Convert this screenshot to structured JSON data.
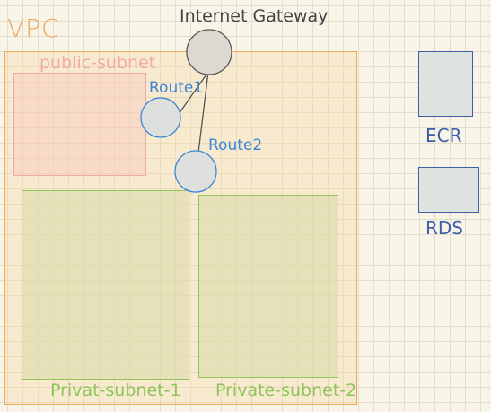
{
  "nodes": {
    "vpc": "VPC",
    "public_subnet": "public-subnet",
    "private_subnet_1": "Privat-subnet-1",
    "private_subnet_2": "Private-subnet-2",
    "internet_gateway": "Internet Gateway",
    "route_1": "Route1",
    "route_2": "Route2",
    "ecr": "ECR",
    "rds": "RDS"
  },
  "colors": {
    "vpc": "#f0a75a",
    "public_subnet": "#f3a9a5",
    "private_subnet": "#8fc45a",
    "route": "#3a86d8",
    "service": "#3c5ea8",
    "gateway_fill": "#dcd9d2",
    "gateway_stroke": "#555555"
  },
  "edges": [
    {
      "from": "internet_gateway",
      "to": "route_1"
    },
    {
      "from": "internet_gateway",
      "to": "route_2"
    }
  ]
}
